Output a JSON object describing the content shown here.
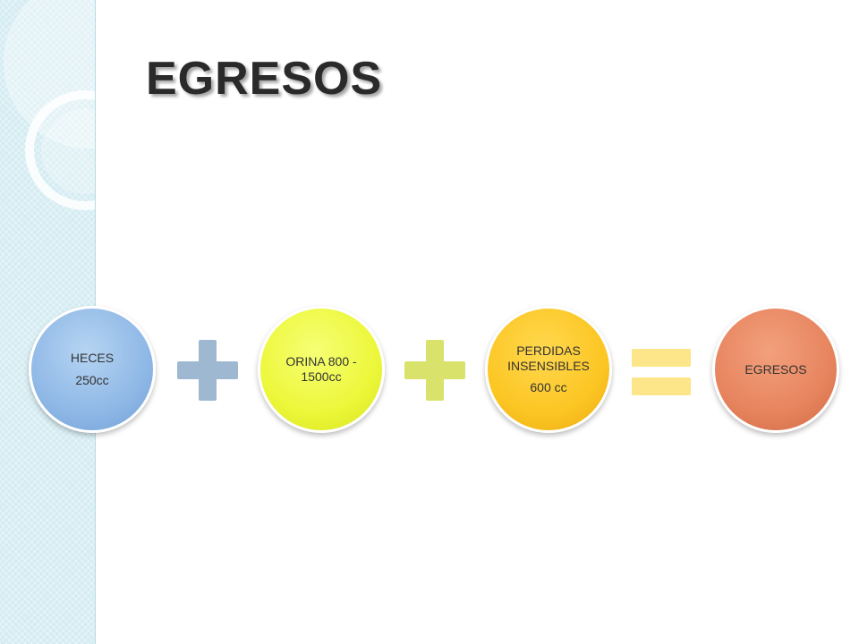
{
  "slide": {
    "title": "EGRESOS"
  },
  "diagram": {
    "items": [
      {
        "label": "HECES",
        "value": "250cc"
      },
      {
        "label": "ORINA 800 -",
        "value": "1500cc"
      },
      {
        "label": "PERDIDAS INSENSIBLES",
        "value": "600 cc"
      },
      {
        "label": "EGRESOS"
      }
    ],
    "operators": [
      "plus",
      "plus",
      "equals"
    ],
    "colors": {
      "heces": "#8fb8e6",
      "orina": "#ecf73a",
      "perdidas": "#fcc623",
      "egresos": "#e6845e",
      "plus_1": "#9fb8d2",
      "plus_2": "#d9e26a",
      "equals": "#fde58a"
    }
  }
}
